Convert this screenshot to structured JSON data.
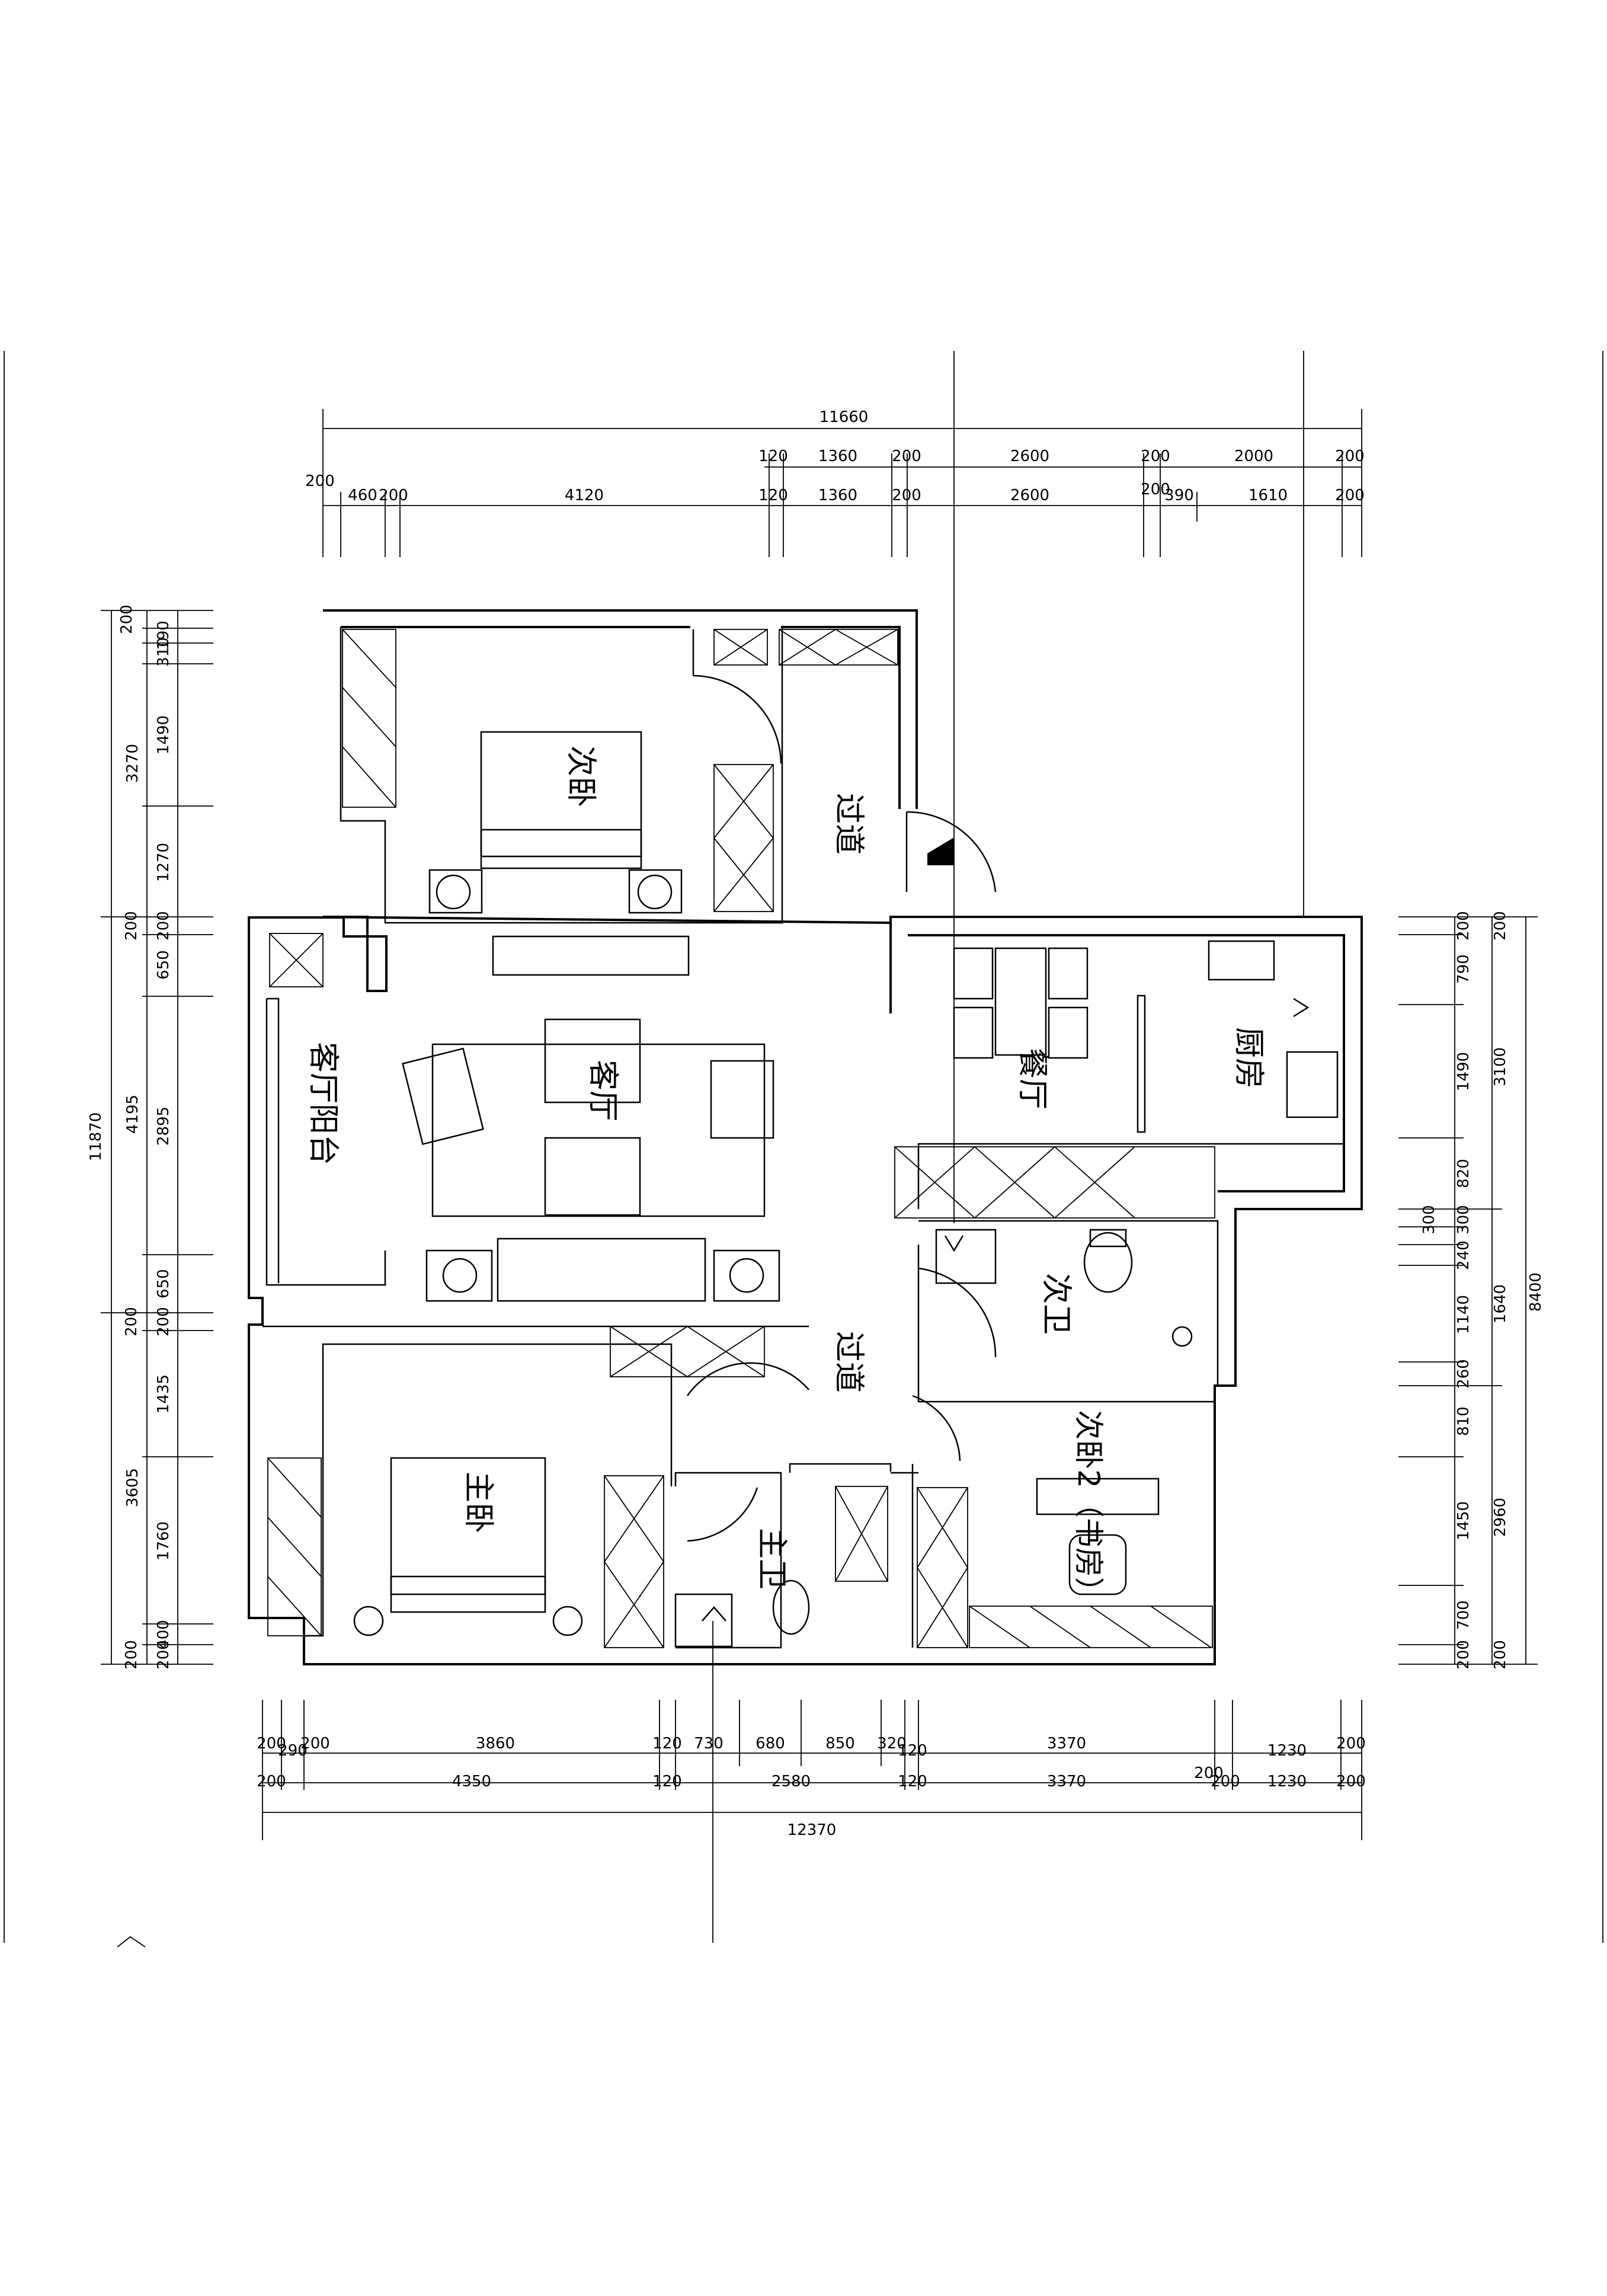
{
  "rooms": {
    "bedroom_secondary": "次卧",
    "corridor_top": "过道",
    "corridor_mid": "过道",
    "living_balcony": "客厅阳台",
    "living_room": "客厅",
    "dining": "餐厅",
    "kitchen": "厨房",
    "bath_secondary": "次卫",
    "bedroom_second_study": "次卧2（书房）",
    "master_bedroom": "主卧",
    "master_bath": "主卫"
  },
  "dims_top": {
    "overall": "11660",
    "row1": [
      "120",
      "1360",
      "200",
      "2600",
      "200",
      "2000",
      "200"
    ],
    "row2_left": "200",
    "row2": [
      "460",
      "200",
      "4120",
      "120",
      "1360",
      "200",
      "2600",
      "200",
      "390",
      "1610",
      "200"
    ]
  },
  "dims_bottom": {
    "overall": "12370",
    "row1": [
      "200",
      "290",
      "200",
      "3860",
      "120",
      "730",
      "680",
      "850",
      "320",
      "120",
      "3370",
      "1230",
      "200"
    ],
    "row2": [
      "200",
      "4350",
      "120",
      "2580",
      "120",
      "3370",
      "200",
      "200",
      "1230",
      "200"
    ]
  },
  "dims_left": {
    "overall": "11870",
    "mid": [
      "3270",
      "4195",
      "3605"
    ],
    "inner": [
      "200",
      "190",
      "310",
      "1490",
      "1270",
      "200",
      "200",
      "650",
      "2895",
      "650",
      "200",
      "200",
      "1435",
      "1760",
      "400",
      "200",
      "200"
    ]
  },
  "dims_right": {
    "overall": "8400",
    "mid": [
      "3100",
      "1640",
      "2960"
    ],
    "inner": [
      "200",
      "200",
      "790",
      "1490",
      "820",
      "300",
      "300",
      "240",
      "1140",
      "260",
      "810",
      "1450",
      "700",
      "200",
      "200"
    ]
  }
}
